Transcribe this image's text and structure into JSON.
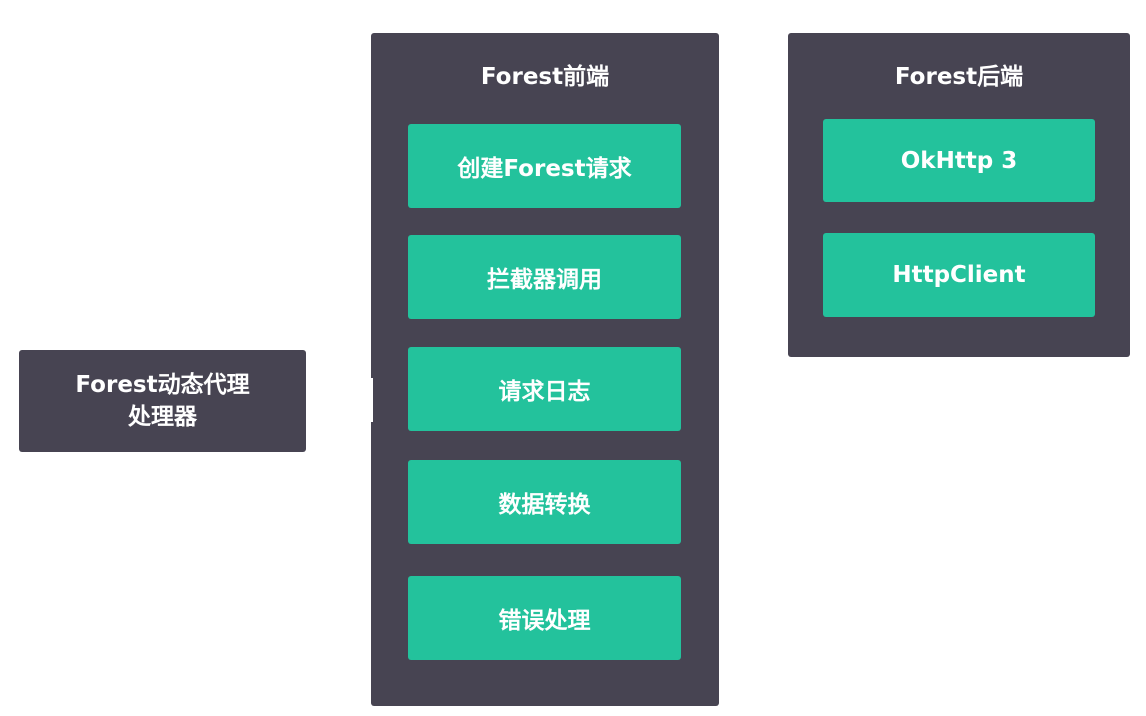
{
  "proxy_handler": {
    "line1": "Forest动态代理",
    "line2": "处理器"
  },
  "frontend": {
    "title": "Forest前端",
    "items": [
      "创建Forest请求",
      "拦截器调用",
      "请求日志",
      "数据转换",
      "错误处理"
    ]
  },
  "backend": {
    "title": "Forest后端",
    "items": [
      "OkHttp 3",
      "HttpClient"
    ]
  },
  "colors": {
    "panel": "#474452",
    "item": "#23c29c",
    "text": "#ffffff"
  }
}
